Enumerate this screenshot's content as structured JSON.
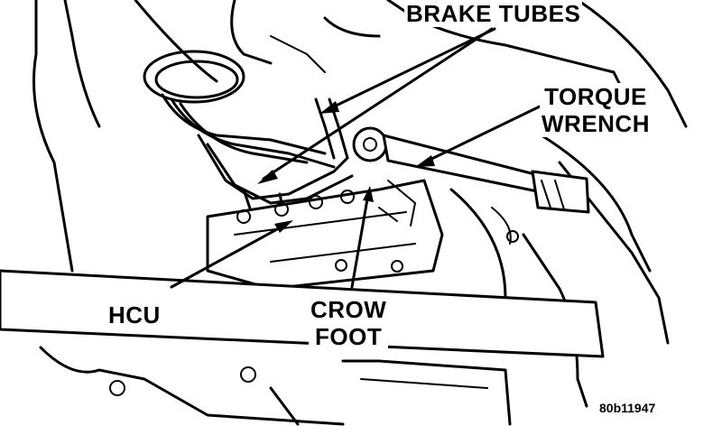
{
  "labels": {
    "brake_tubes": "BRAKE TUBES",
    "torque_wrench_line1": "TORQUE",
    "torque_wrench_line2": "WRENCH",
    "hcu": "HCU",
    "crow_foot_line1": "CROW",
    "crow_foot_line2": "FOOT"
  },
  "figure_code": "80b11947",
  "colors": {
    "ink": "#000000",
    "paper": "#ffffff"
  }
}
